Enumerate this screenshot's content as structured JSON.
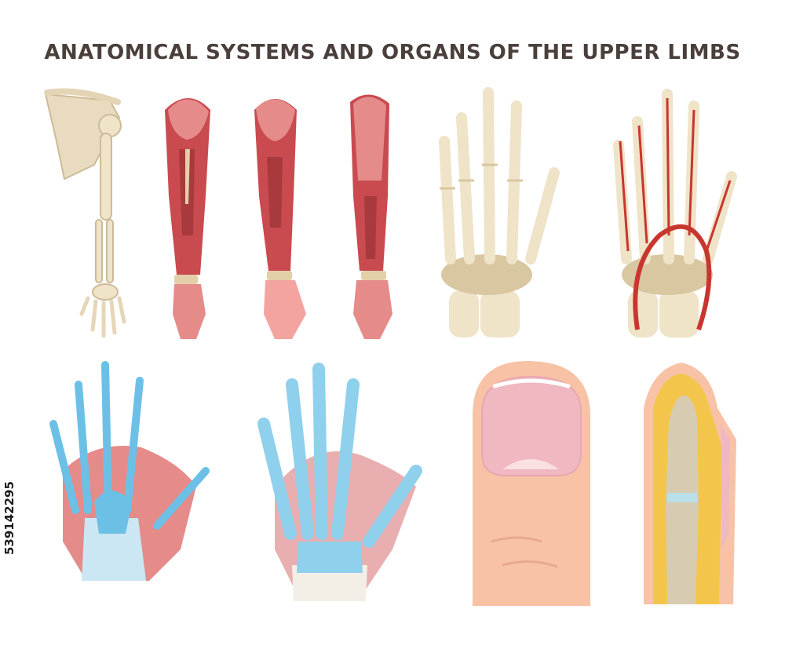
{
  "title": "ANATOMICAL SYSTEMS AND ORGANS OF THE UPPER LIMBS",
  "stock_id": "539142295",
  "illustrations": [
    "arm-skeleton",
    "arm-muscles-front",
    "arm-muscles-side",
    "arm-muscles-back",
    "hand-skeleton",
    "hand-arteries",
    "hand-muscles-tendons",
    "hand-tendon-sheaths",
    "fingertip-nail",
    "fingertip-cross-section"
  ],
  "colors": {
    "bone": "#efe3c8",
    "bone_shadow": "#d9c7a2",
    "muscle": "#c94a4f",
    "muscle_light": "#e58b8a",
    "tendon": "#8fd0ec",
    "artery": "#c9362f",
    "skin": "#f7c2a6",
    "nail": "#f0b8c0",
    "fat": "#f3c64b",
    "title": "#4a3f3b"
  }
}
